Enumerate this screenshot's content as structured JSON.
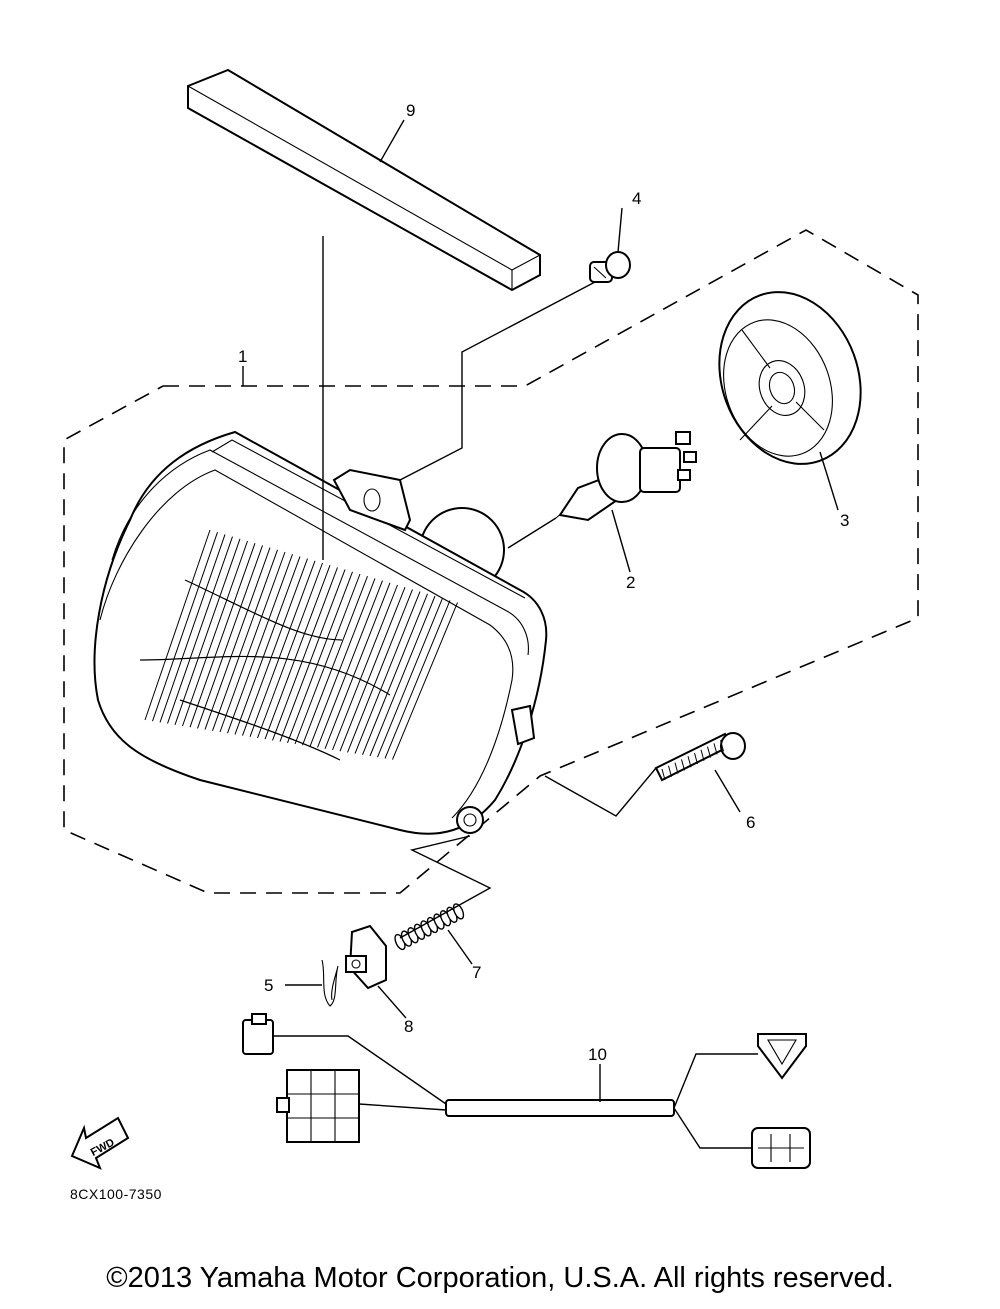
{
  "callouts": {
    "p1": "1",
    "p2": "2",
    "p3": "3",
    "p4": "4",
    "p5": "5",
    "p6": "6",
    "p7": "7",
    "p8": "8",
    "p9": "9",
    "p10": "10"
  },
  "fwd_label": "FWD",
  "diagram_code": "8CX100-7350",
  "copyright": "©2013 Yamaha Motor Corporation, U.S.A. All rights reserved."
}
